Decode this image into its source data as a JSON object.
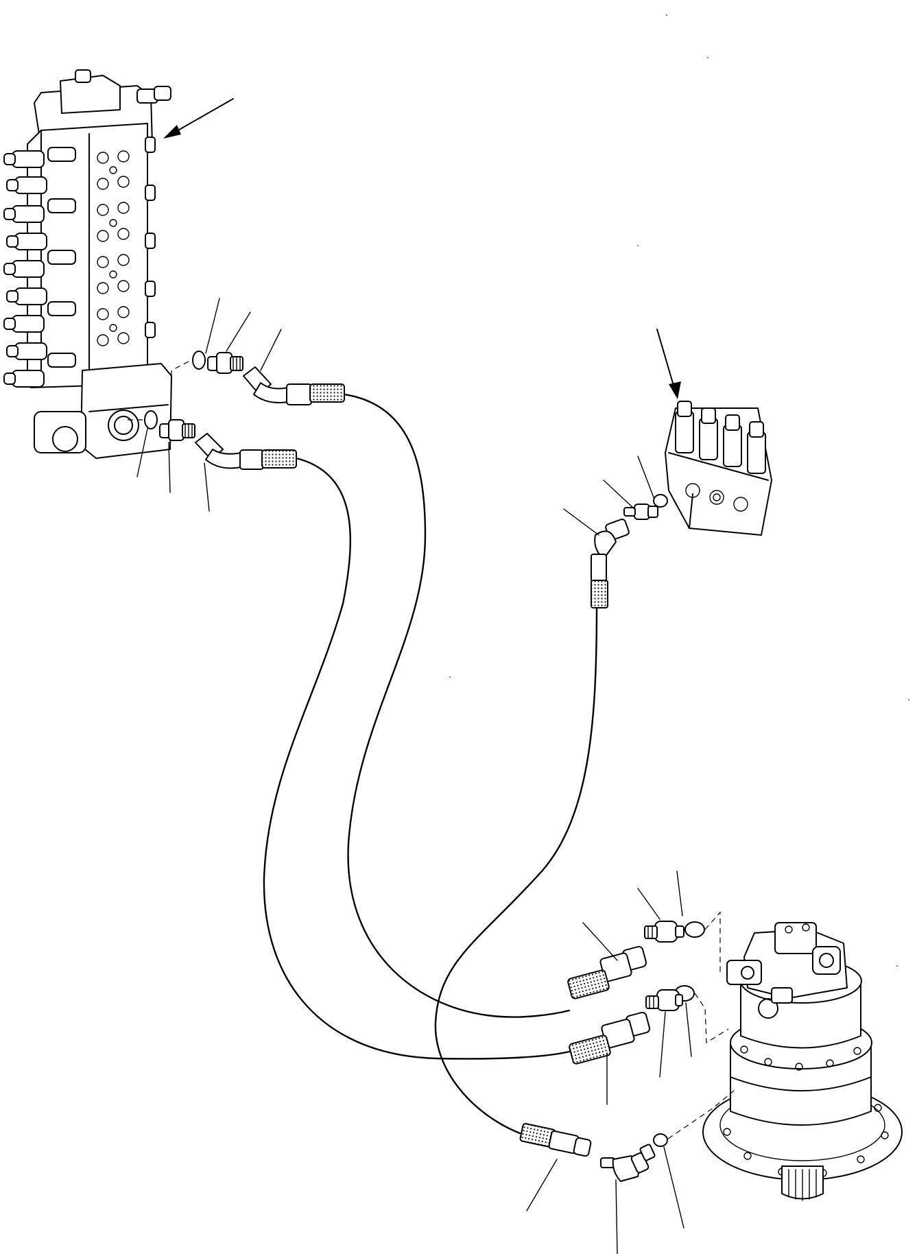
{
  "diagram": {
    "labels": [],
    "components": [
      {
        "id": "main-control-valve",
        "icon": "control-valve-block-icon"
      },
      {
        "id": "solenoid-valve",
        "icon": "solenoid-valve-block-icon"
      },
      {
        "id": "swing-motor",
        "icon": "swing-motor-icon"
      }
    ],
    "hoses": [
      "hose-1",
      "hose-2",
      "hose-3"
    ],
    "line_color": "#000000",
    "background_color": "#ffffff"
  }
}
